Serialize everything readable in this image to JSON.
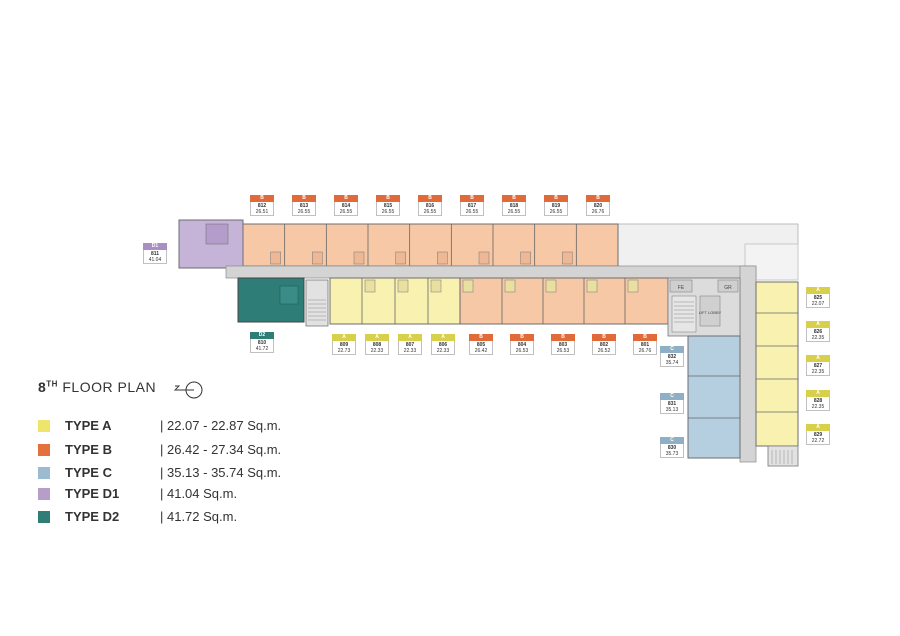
{
  "title": {
    "floor_num": "8",
    "floor_sup": "TH",
    "floor_label": "FLOOR PLAN"
  },
  "legend": [
    {
      "name": "TYPE A",
      "area": "| 22.07 - 22.87 Sq.m.",
      "color": "#eee56a"
    },
    {
      "name": "TYPE B",
      "area": "| 26.42 - 27.34 Sq.m.",
      "color": "#e4703e"
    },
    {
      "name": "TYPE C",
      "area": "| 35.13 - 35.74 Sq.m.",
      "color": "#9dbbd0"
    },
    {
      "name": "TYPE D1",
      "area": "| 41.04 Sq.m.",
      "color": "#b69ec9"
    },
    {
      "name": "TYPE D2",
      "area": "| 41.72  Sq.m.",
      "color": "#2e7d77"
    }
  ],
  "room_labels": {
    "lift_lobby": "LIFT LOBBY",
    "fe": "FE",
    "gr": "GR"
  },
  "units": {
    "u812": {
      "type": "B",
      "unit": "812",
      "area": "26.51"
    },
    "u813": {
      "type": "B",
      "unit": "813",
      "area": "26.55"
    },
    "u814": {
      "type": "B",
      "unit": "814",
      "area": "26.55"
    },
    "u815": {
      "type": "B",
      "unit": "815",
      "area": "26.55"
    },
    "u816": {
      "type": "B",
      "unit": "816",
      "area": "26.55"
    },
    "u817": {
      "type": "B",
      "unit": "817",
      "area": "26.55"
    },
    "u818": {
      "type": "B",
      "unit": "818",
      "area": "26.55"
    },
    "u819": {
      "type": "B",
      "unit": "819",
      "area": "26.55"
    },
    "u820": {
      "type": "B",
      "unit": "820",
      "area": "26.76"
    },
    "u811": {
      "type": "D1",
      "unit": "811",
      "area": "41.04"
    },
    "u810": {
      "type": "D2",
      "unit": "810",
      "area": "41.72"
    },
    "u809": {
      "type": "A",
      "unit": "809",
      "area": "22.73"
    },
    "u808": {
      "type": "A",
      "unit": "808",
      "area": "22.33"
    },
    "u807": {
      "type": "A",
      "unit": "807",
      "area": "22.33"
    },
    "u806": {
      "type": "A",
      "unit": "806",
      "area": "22.33"
    },
    "u805": {
      "type": "B",
      "unit": "805",
      "area": "26.42"
    },
    "u804": {
      "type": "B",
      "unit": "804",
      "area": "26.53"
    },
    "u803": {
      "type": "B",
      "unit": "803",
      "area": "26.53"
    },
    "u802": {
      "type": "B",
      "unit": "802",
      "area": "26.52"
    },
    "u801": {
      "type": "B",
      "unit": "801",
      "area": "26.76"
    },
    "u832": {
      "type": "C",
      "unit": "832",
      "area": "35.74"
    },
    "u831": {
      "type": "C",
      "unit": "831",
      "area": "35.13"
    },
    "u830": {
      "type": "C",
      "unit": "830",
      "area": "35.73"
    },
    "u825": {
      "type": "A",
      "unit": "825",
      "area": "22.07"
    },
    "u826": {
      "type": "A",
      "unit": "826",
      "area": "22.35"
    },
    "u827": {
      "type": "A",
      "unit": "827",
      "area": "22.35"
    },
    "u828": {
      "type": "A",
      "unit": "828",
      "area": "22.35"
    },
    "u829": {
      "type": "A",
      "unit": "829",
      "area": "22.72"
    }
  },
  "type_colors": {
    "A": "#d8cf4a",
    "B": "#e06a38",
    "C": "#8fb0c4",
    "D1": "#a98fc2",
    "D2": "#2e7d77"
  }
}
